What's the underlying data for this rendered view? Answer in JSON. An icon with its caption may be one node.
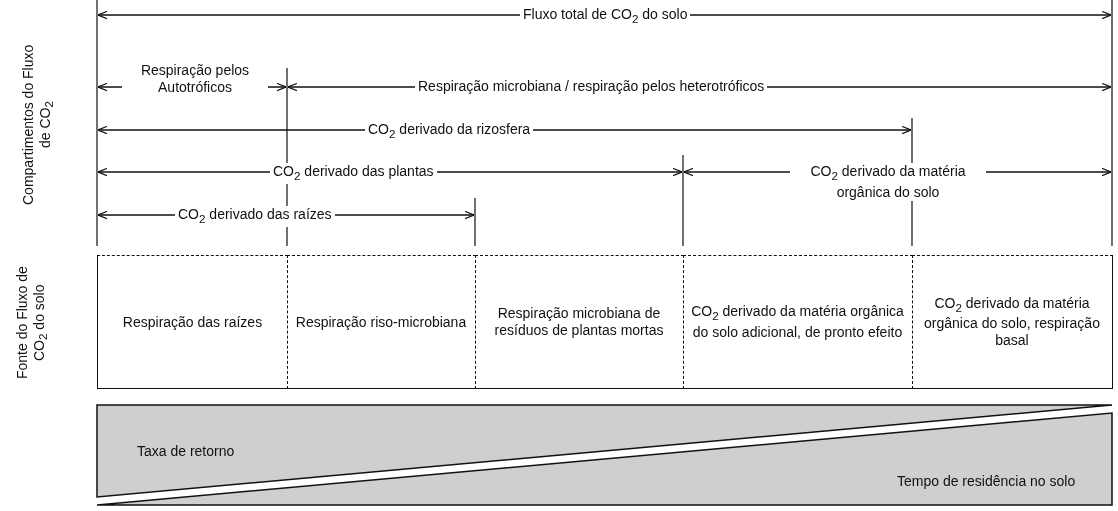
{
  "diagram": {
    "nodes": [
      {
        "text": [
          "Respiração das raízes"
        ]
      },
      {
        "text": [
          "Respiração riso-microbiana"
        ]
      },
      {
        "text": [
          "Respiração microbiana de resíduos de plantas mortas"
        ]
      },
      {
        "text": [
          "CO$_{2}$ derivado da matéria orgânica do solo adicional, de pronto efeito"
        ]
      },
      {
        "text": [
          "CO$_{2}$ derivado da matéria orgânica do solo, respiração basal"
        ]
      },
      {
        "text": [
          "Taxa de retorno"
        ]
      },
      {
        "text": [
          "Tempo de residência no solo"
        ]
      }
    ],
    "edges": [],
    "labels": [
      "Compartimentos do Fluxo de CO$_{2}$",
      "Fluxo total de CO$_{2}$ do solo",
      "Respiração pelos Autotróficos",
      "Respiração microbiana / respiração pelos heterotróficos",
      "CO$_{2}$ derivado da rizosfera",
      "CO$_{2}$ derivado das plantas",
      "CO$_{2}$ derivado da matéria orgânica do solo",
      "CO$_{2}$ derivado das raízes",
      "Fonte do Fluxo de CO$_{2}$ do solo"
    ]
  }
}
